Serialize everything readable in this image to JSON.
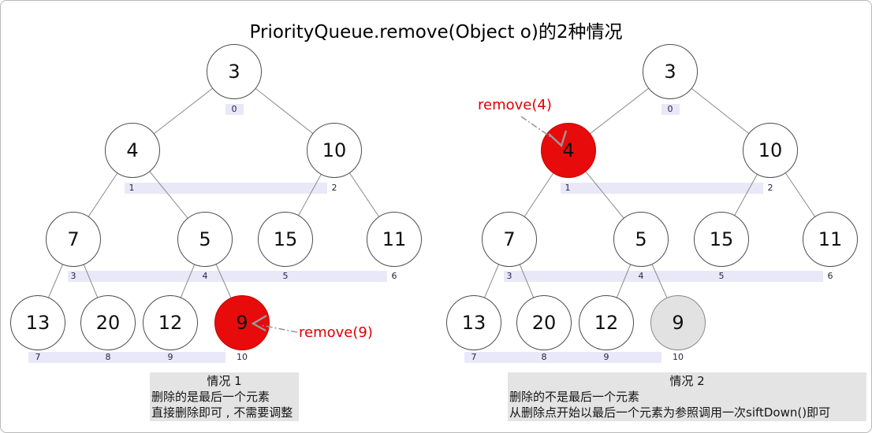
{
  "title": "PriorityQueue.remove(Object o)的2种情况",
  "colors": {
    "highlight_red": "#e80b0b",
    "removed_gray": "#e2e2e2",
    "index_band_lavender": "#e8e8f8",
    "caption_background": "#e4e4e4",
    "remove_text_red": "#e10000"
  },
  "trees": [
    {
      "case": "case-1",
      "values": [
        "3",
        "4",
        "10",
        "7",
        "5",
        "15",
        "11",
        "13",
        "20",
        "12",
        "9"
      ],
      "indices": [
        "0",
        "1",
        "2",
        "3",
        "4",
        "5",
        "6",
        "7",
        "8",
        "9",
        "10"
      ],
      "remove_label": "remove(9)",
      "caption": {
        "heading": "情况 1",
        "line1": "删除的是最后一个元素",
        "line2": "直接删除即可 , 不需要调整"
      }
    },
    {
      "case": "case-2",
      "values": [
        "3",
        "4",
        "10",
        "7",
        "5",
        "15",
        "11",
        "13",
        "20",
        "12",
        "9"
      ],
      "indices": [
        "0",
        "1",
        "2",
        "3",
        "4",
        "5",
        "6",
        "7",
        "8",
        "9",
        "10"
      ],
      "remove_label": "remove(4)",
      "caption": {
        "heading": "情况 2",
        "line1": "删除的不是最后一个元素",
        "line2": "从删除点开始以最后一个元素为参照调用一次siftDown()即可"
      }
    }
  ]
}
